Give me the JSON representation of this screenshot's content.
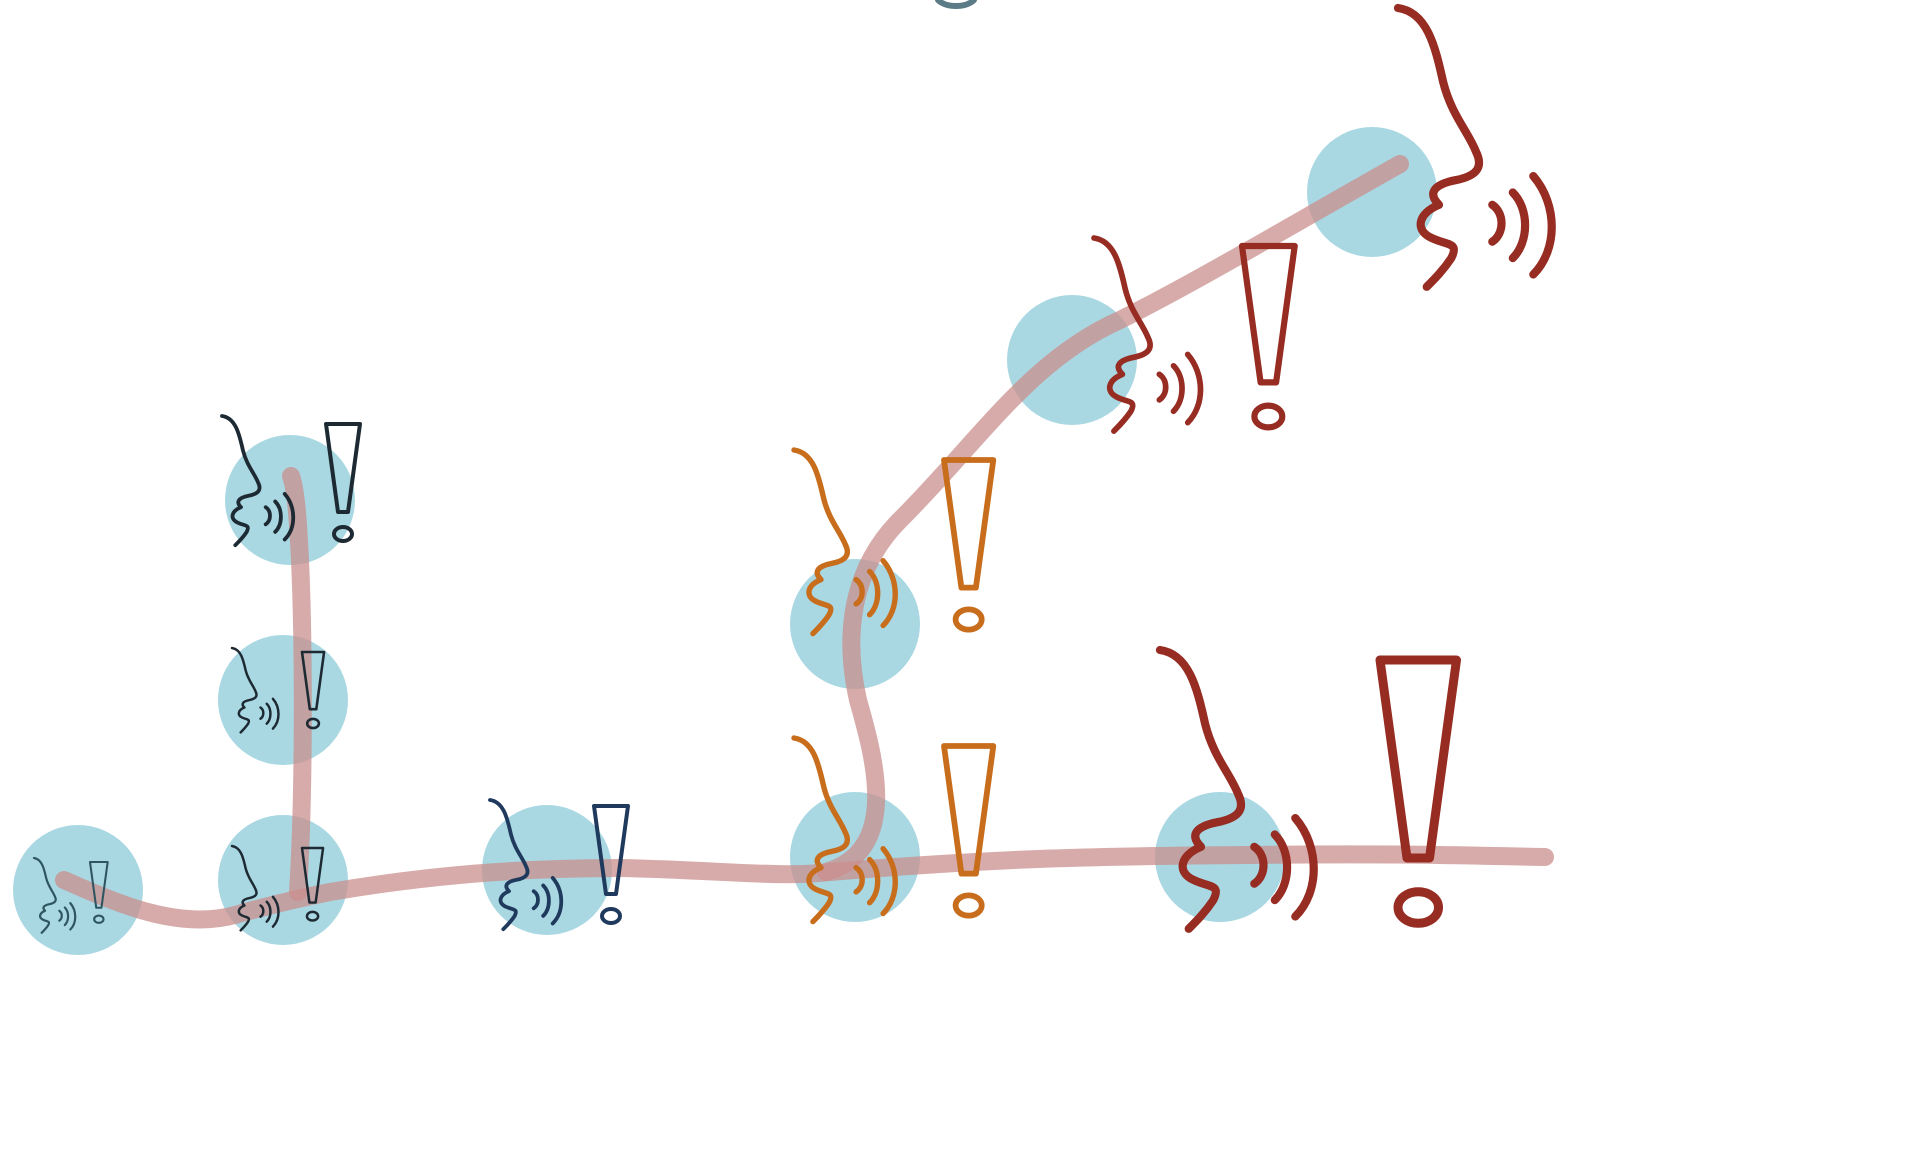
{
  "colors": {
    "background": "#ffffff",
    "path": "#c98f8c",
    "circle": "#a9d8e3",
    "teal": "#2e5560",
    "dark": "#1d2a33",
    "navy": "#1f3a5c",
    "purple": "#5a4a85",
    "orange": "#c76d1c",
    "red": "#962c22"
  },
  "icons": {
    "speaker": "speaking-face-icon",
    "exclamation": "exclamation-mark-icon"
  },
  "nodes": [
    {
      "id": "node-1",
      "color_key": "teal",
      "intensity": 1
    },
    {
      "id": "node-2",
      "color_key": "dark",
      "intensity": 2
    },
    {
      "id": "node-3",
      "color_key": "dark",
      "intensity": 2
    },
    {
      "id": "node-4",
      "color_key": "dark",
      "intensity": 3
    },
    {
      "id": "node-5",
      "color_key": "navy",
      "intensity": 3
    },
    {
      "id": "node-6",
      "color_key": "orange",
      "intensity": 4
    },
    {
      "id": "node-7",
      "color_key": "orange",
      "intensity": 4
    },
    {
      "id": "node-8",
      "color_key": "red",
      "intensity": 5
    },
    {
      "id": "node-9",
      "color_key": "red",
      "intensity": 5
    },
    {
      "id": "node-10",
      "color_key": "red",
      "intensity": 6
    }
  ]
}
